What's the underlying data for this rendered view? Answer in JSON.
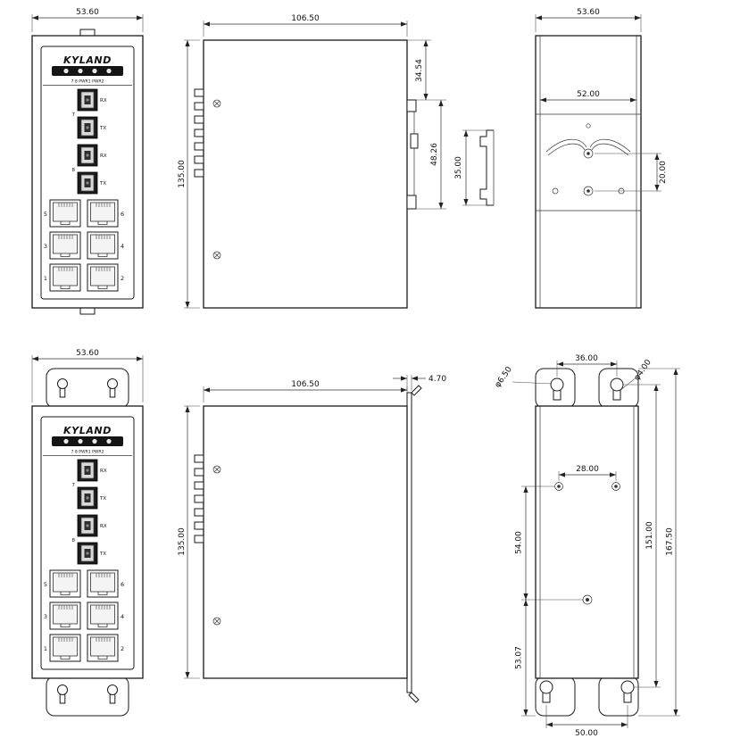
{
  "front_panel": {
    "brand": "KYLAND",
    "led_label": "7 8 PWR1 PWR2",
    "fiber_ports": [
      "RX",
      "TX",
      "RX",
      "TX"
    ],
    "fiber_pairs": [
      "7",
      "8"
    ],
    "rj45_left": [
      "5",
      "3",
      "1"
    ],
    "rj45_right": [
      "6",
      "4",
      "2"
    ]
  },
  "din_front": {
    "width": "53.60"
  },
  "din_side": {
    "width": "106.50",
    "height": "135.00",
    "clip_offset": "34.54",
    "clip_length": "48.26",
    "rail_width": "35.00"
  },
  "din_rear": {
    "width": "53.60",
    "rail_span": "52.00",
    "screw_span": "20.00"
  },
  "wall_front": {
    "width": "53.60"
  },
  "wall_side": {
    "width": "106.50",
    "height": "135.00",
    "bracket_thickness": "4.70"
  },
  "wall_rear": {
    "keyhole_dia": "φ6.50",
    "top_hole_span": "36.00",
    "slot_dia": "φ4.00",
    "mid_hole_span": "28.00",
    "mid_offset": "54.00",
    "hole_span_inner": "151.00",
    "total_height": "167.50",
    "bottom_offset": "53.07",
    "bottom_hole_span": "50.00"
  }
}
